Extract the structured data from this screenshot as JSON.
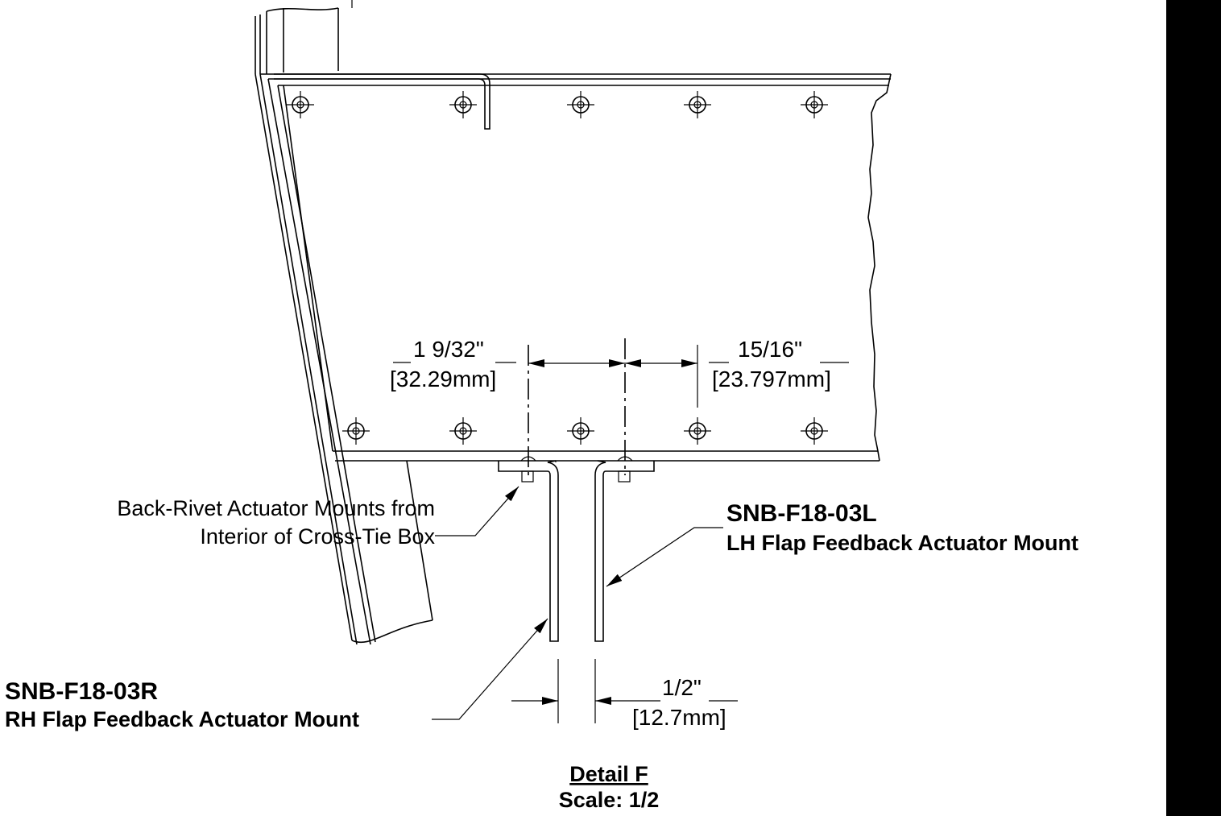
{
  "dimensions": {
    "left_in": "1 9/32\"",
    "left_mm": "[32.29mm]",
    "right_in": "15/16\"",
    "right_mm": "[23.797mm]",
    "gap_in": "1/2\"",
    "gap_mm": "[12.7mm]"
  },
  "callouts": {
    "back_rivet_line1": "Back-Rivet Actuator Mounts from",
    "back_rivet_line2": "Interior of Cross-Tie Box",
    "lh_part": "SNB-F18-03L",
    "lh_desc": "LH Flap Feedback Actuator Mount",
    "rh_part": "SNB-F18-03R",
    "rh_desc": "RH Flap Feedback Actuator Mount"
  },
  "detail": {
    "title": "Detail F",
    "scale": "Scale: 1/2"
  }
}
